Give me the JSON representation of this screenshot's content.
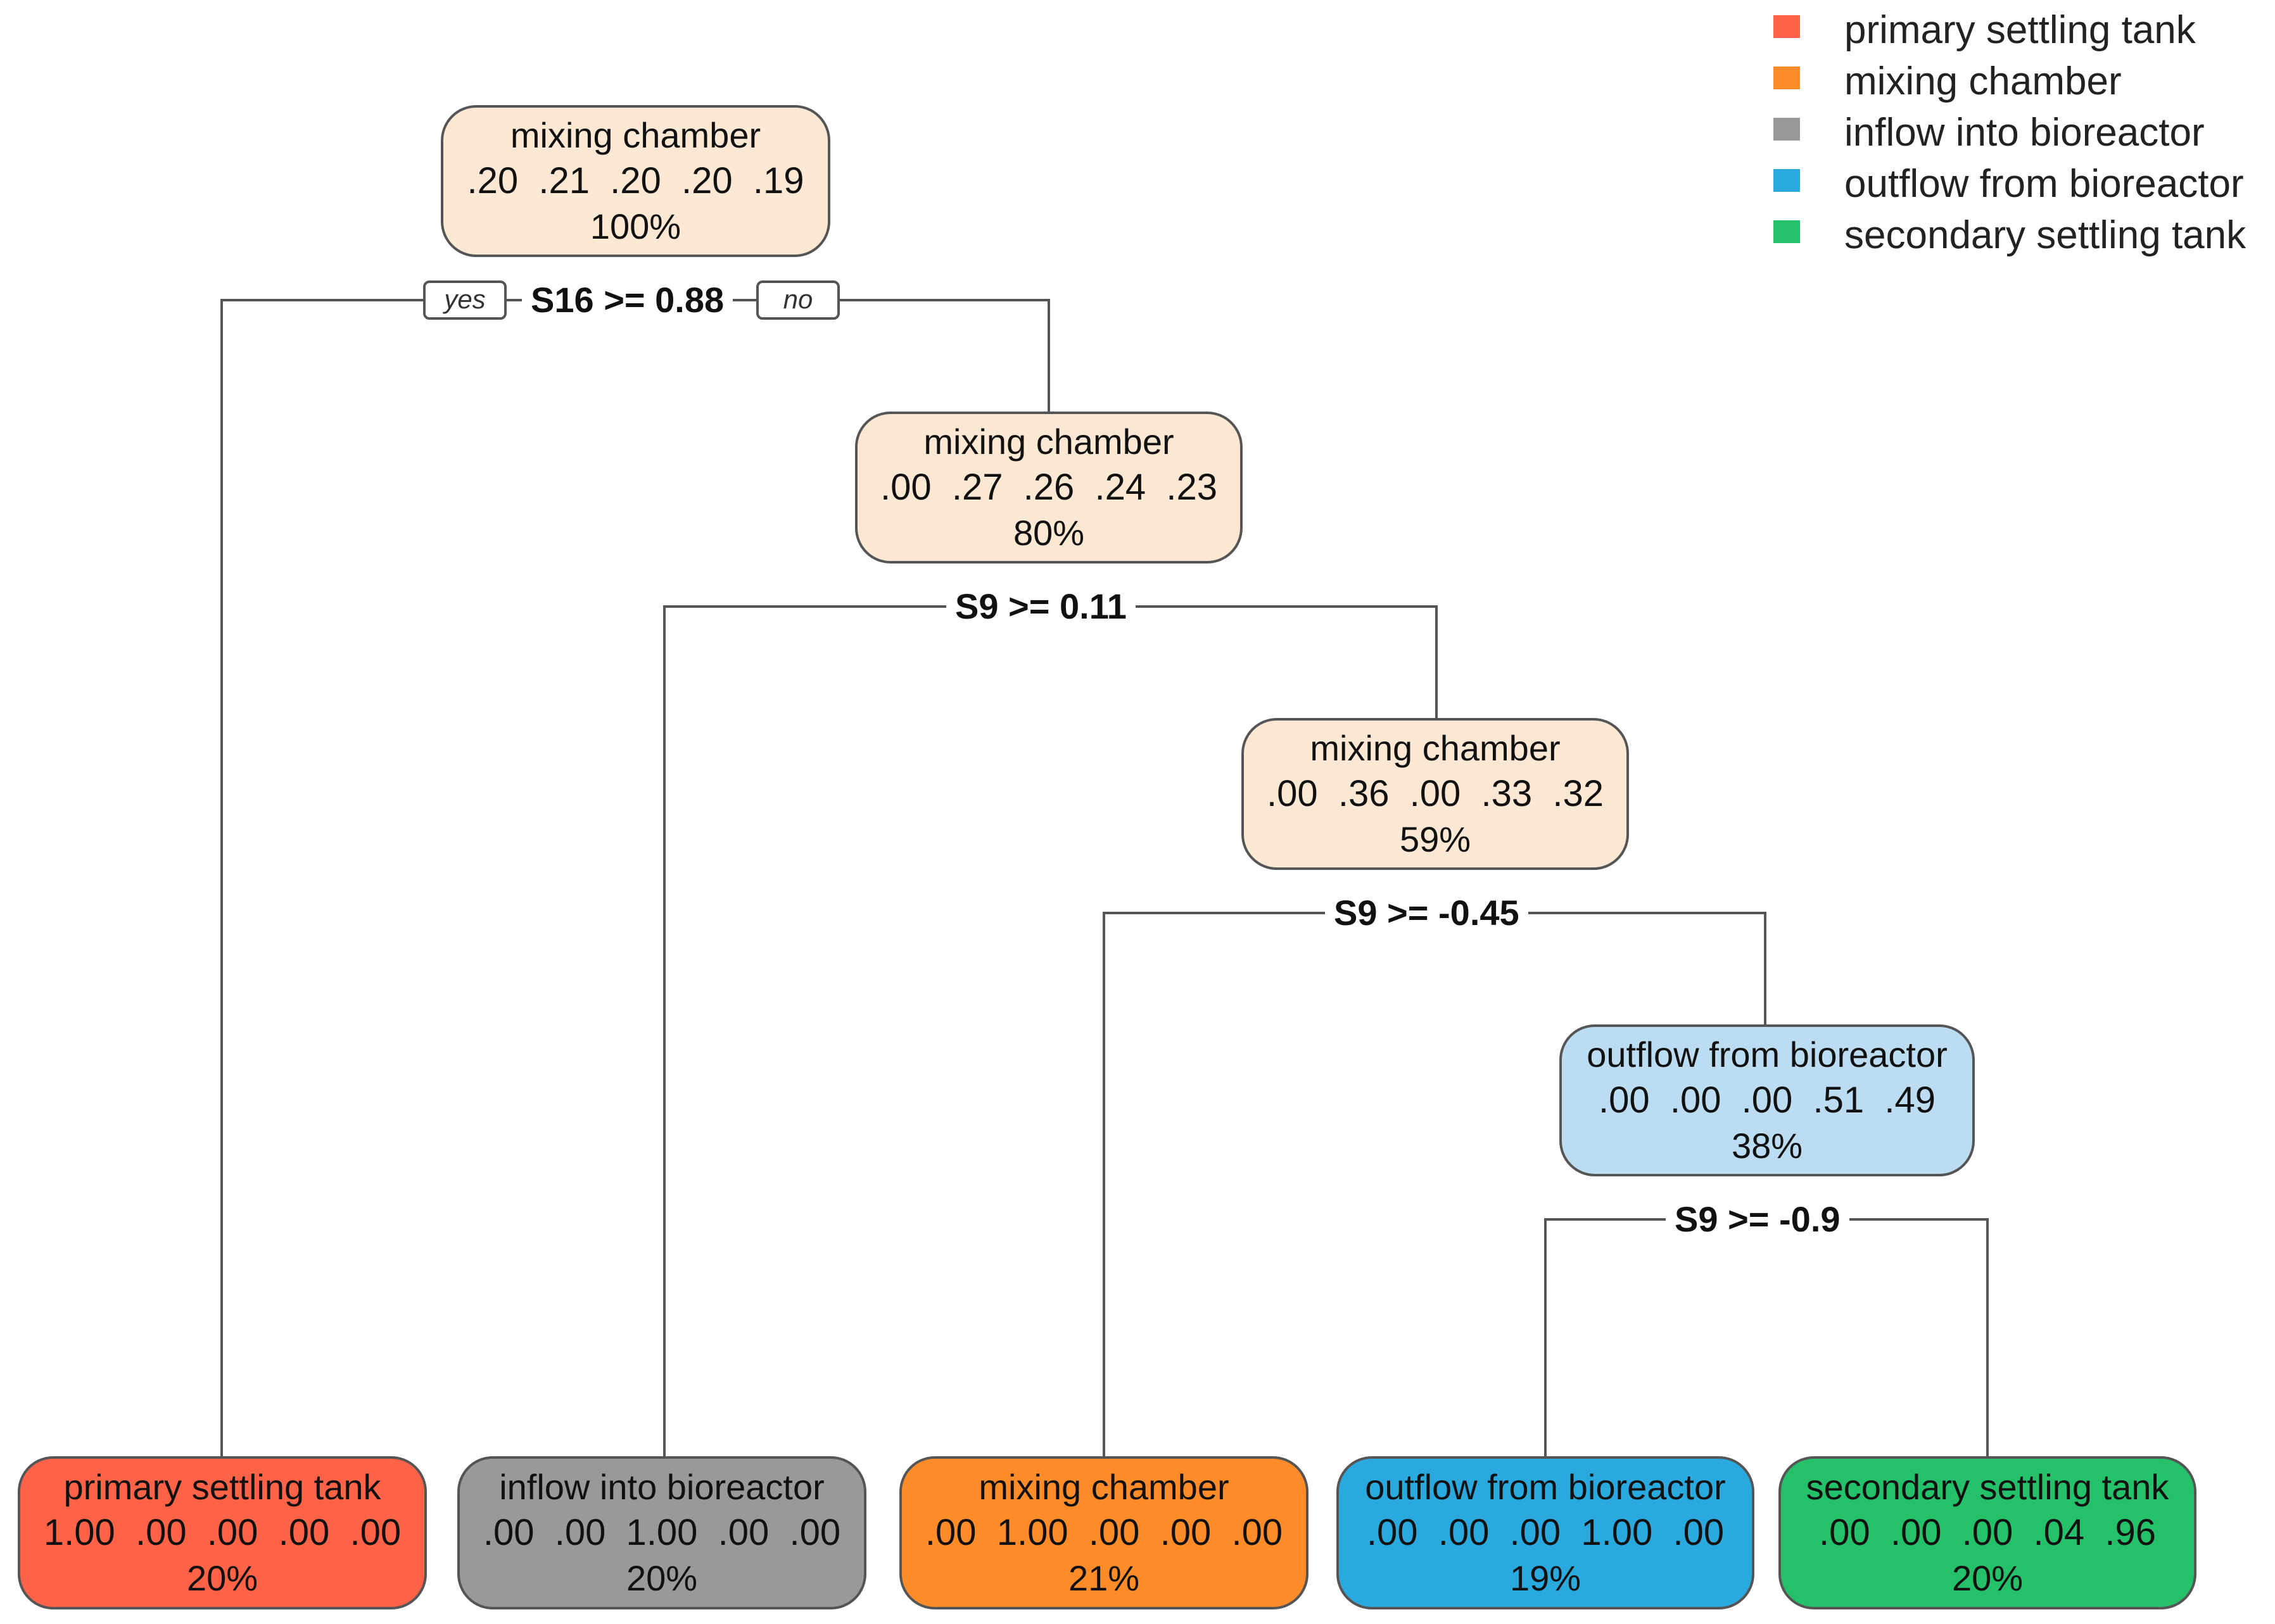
{
  "legend": [
    {
      "label": "primary settling tank",
      "color": "#ff6347"
    },
    {
      "label": "mixing chamber",
      "color": "#ff8c28"
    },
    {
      "label": "inflow into bioreactor",
      "color": "#999999"
    },
    {
      "label": "outflow from bioreactor",
      "color": "#2aa9de"
    },
    {
      "label": "secondary settling tank",
      "color": "#24c06a"
    }
  ],
  "nodes": {
    "root": {
      "class": "mixing chamber",
      "probs": ".20  .21  .20  .20  .19",
      "pct": "100%",
      "fill": "#fde8d4"
    },
    "n2": {
      "class": "mixing chamber",
      "probs": ".00  .27  .26  .24  .23",
      "pct": "80%",
      "fill": "#fde8d4"
    },
    "n3": {
      "class": "mixing chamber",
      "probs": ".00  .36  .00  .33  .32",
      "pct": "59%",
      "fill": "#fde8d4"
    },
    "n4": {
      "class": "outflow from bioreactor",
      "probs": ".00  .00  .00  .51  .49",
      "pct": "38%",
      "fill": "#bcdcf2"
    },
    "leaf1": {
      "class": "primary settling tank",
      "probs": "1.00  .00  .00  .00  .00",
      "pct": "20%",
      "fill": "#ff6347"
    },
    "leaf2": {
      "class": "inflow into bioreactor",
      "probs": ".00  .00  1.00  .00  .00",
      "pct": "20%",
      "fill": "#999999"
    },
    "leaf3": {
      "class": "mixing chamber",
      "probs": ".00  1.00  .00  .00  .00",
      "pct": "21%",
      "fill": "#ff8c28"
    },
    "leaf4": {
      "class": "outflow from bioreactor",
      "probs": ".00  .00  .00  1.00  .00",
      "pct": "19%",
      "fill": "#2aa9de"
    },
    "leaf5": {
      "class": "secondary settling tank",
      "probs": ".00  .00  .00  .04  .96",
      "pct": "20%",
      "fill": "#24c06a"
    }
  },
  "splits": {
    "s1": "S16 >= 0.88",
    "s2": "S9 >= 0.11",
    "s3": "S9 >= -0.45",
    "s4": "S9 >= -0.9"
  },
  "yes_label": "yes",
  "no_label": "no"
}
